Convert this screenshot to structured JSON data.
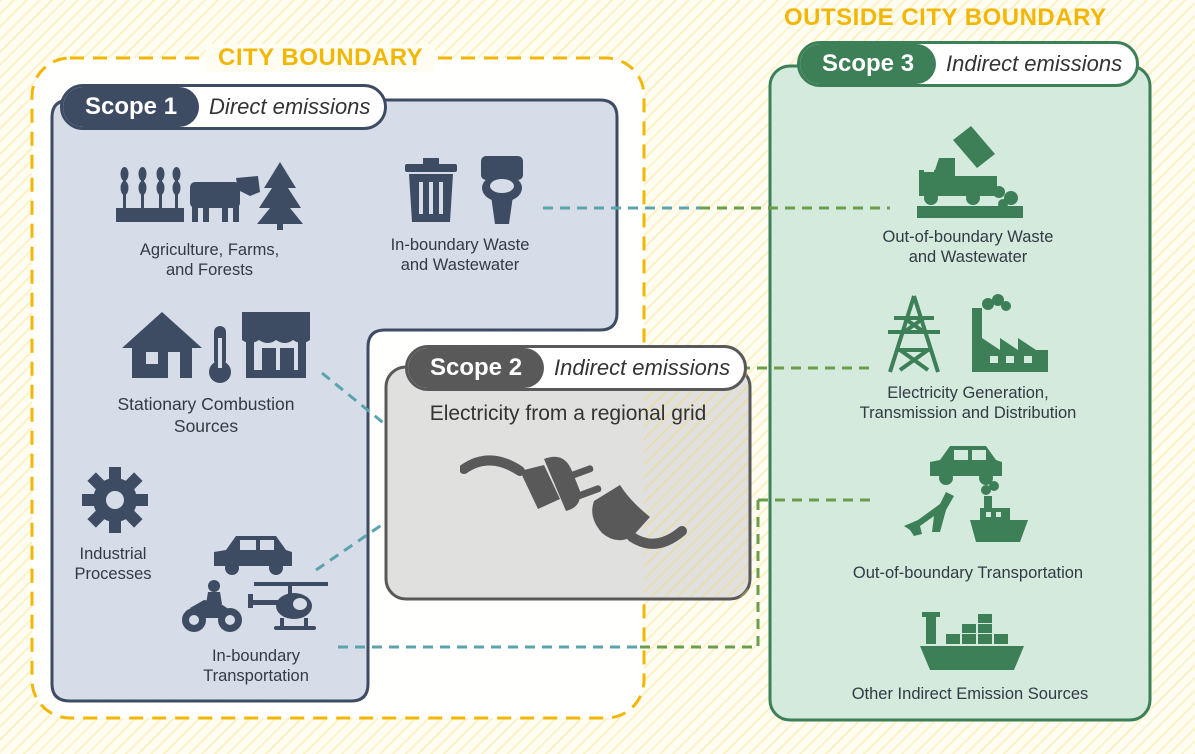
{
  "outside_boundary": {
    "title": "OUTSIDE  CITY BOUNDARY"
  },
  "city_boundary": {
    "title": "CITY BOUNDARY"
  },
  "scope1": {
    "tag": "Scope 1",
    "desc": "Direct emissions",
    "items": {
      "agriculture": [
        "Agriculture, Farms,",
        "and Forests"
      ],
      "waste": [
        "In-boundary Waste",
        "and Wastewater"
      ],
      "stationary": [
        "Stationary Combustion",
        "Sources"
      ],
      "industrial": [
        "Industrial",
        "Processes"
      ],
      "transport": [
        "In-boundary",
        "Transportation"
      ]
    }
  },
  "scope2": {
    "tag": "Scope 2",
    "desc": "Indirect emissions",
    "subtitle": "Electricity from a regional grid"
  },
  "scope3": {
    "tag": "Scope 3",
    "desc": "Indirect emissions",
    "items": {
      "waste": [
        "Out-of-boundary Waste",
        "and Wastewater"
      ],
      "electricity": [
        "Electricity Generation,",
        "Transmission and Distribution"
      ],
      "transport": "Out-of-boundary Transportation",
      "other": "Other Indirect Emission Sources"
    }
  },
  "colors": {
    "scope1": "#3e4c63",
    "scope1_bg": "#d6dde8",
    "scope2": "#595959",
    "scope2_bg": "#e0e0de",
    "scope3": "#3d7f57",
    "scope3_bg": "#d3eadd",
    "boundary": "#f2b705",
    "connector_teal": "#5ba3ad",
    "connector_green": "#6a9e4c"
  }
}
